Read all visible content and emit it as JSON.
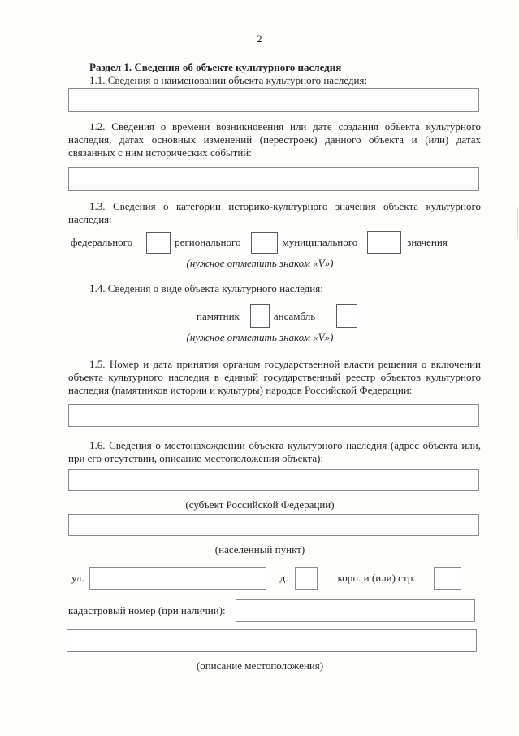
{
  "page_number": "2",
  "form": {
    "section_heading": "Раздел 1. Сведения об объекте культурного наследия",
    "item_1_1": {
      "label": "1.1. Сведения о наименовании объекта культурного наследия:",
      "value": ""
    },
    "item_1_2": {
      "label": "1.2. Сведения о времени возникновения или дате создания объекта культурного наследия, датах основных изменений (перестроек) данного объекта и (или) датах связанных с ним исторических событий:",
      "value": ""
    },
    "item_1_3": {
      "label": "1.3. Сведения о категории историко-культурного значения объекта культурного наследия:",
      "options": [
        {
          "label": "федерального",
          "checked": false
        },
        {
          "label": "регионального",
          "checked": false
        },
        {
          "label": "муниципального",
          "checked": false
        }
      ],
      "suffix_label": "значения",
      "note": "(нужное отметить знаком «V»)"
    },
    "item_1_4": {
      "label": "1.4. Сведения о виде объекта культурного наследия:",
      "options": [
        {
          "label": "памятник",
          "checked": false
        },
        {
          "label": "ансамбль",
          "checked": false
        }
      ],
      "note": "(нужное отметить знаком «V»)"
    },
    "item_1_5": {
      "label": "1.5. Номер и дата принятия органом государственной власти решения о включении объекта культурного наследия в единый государственный реестр объектов культурного наследия (памятников истории и культуры) народов Российской Федерации:",
      "value": ""
    },
    "item_1_6": {
      "label": "1.6. Сведения о местонахождении объекта культурного наследия (адрес объекта или, при его отсутствии, описание местоположения объекта):",
      "subject_value": "",
      "subject_caption": "(субъект Российской Федерации)",
      "settlement_value": "",
      "settlement_caption": "(населенный пункт)",
      "street_label": "ул.",
      "street_value": "",
      "house_label": "д.",
      "house_value": "",
      "building_label": "корп. и (или) стр.",
      "building_value": "",
      "cadastral_label": "кадастровый номер (при наличии):",
      "cadastral_value": "",
      "location_value": "",
      "location_caption": "(описание местоположения)"
    }
  }
}
